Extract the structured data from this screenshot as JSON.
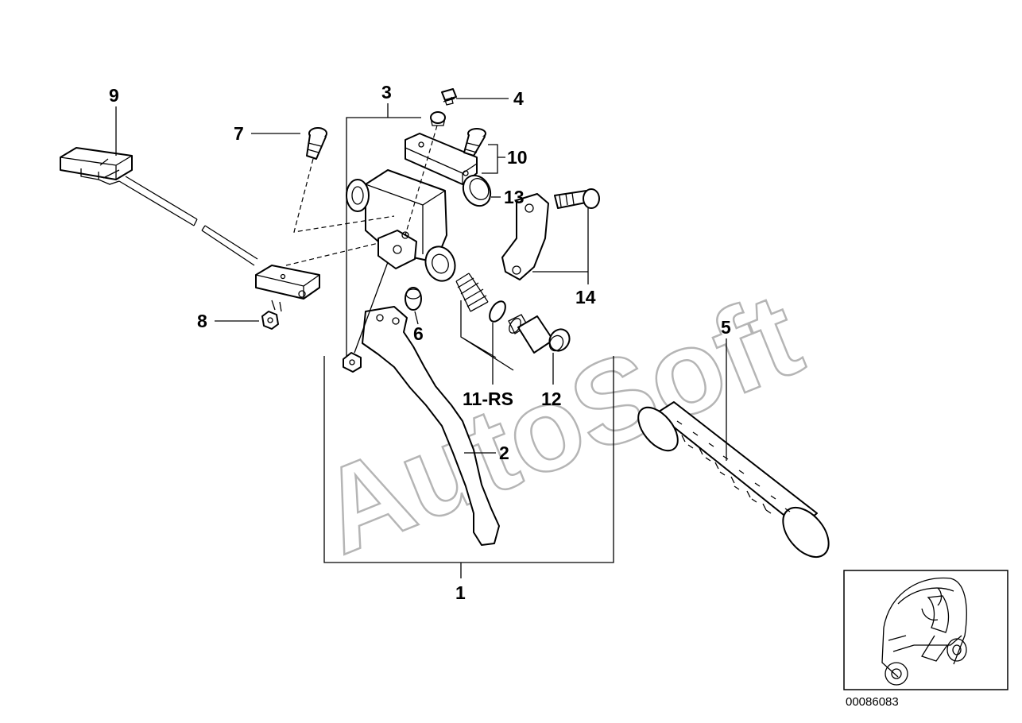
{
  "callouts": {
    "c1": "1",
    "c2": "2",
    "c3": "3",
    "c4": "4",
    "c5": "5",
    "c6": "6",
    "c7": "7",
    "c8": "8",
    "c9": "9",
    "c10": "10",
    "c11": "11-RS",
    "c12": "12",
    "c13": "13",
    "c14": "14"
  },
  "watermark": "AutoSoft",
  "diagram_number": "00086083",
  "colors": {
    "line": "#000000",
    "watermark": "#b5b5b5",
    "background": "#ffffff"
  }
}
